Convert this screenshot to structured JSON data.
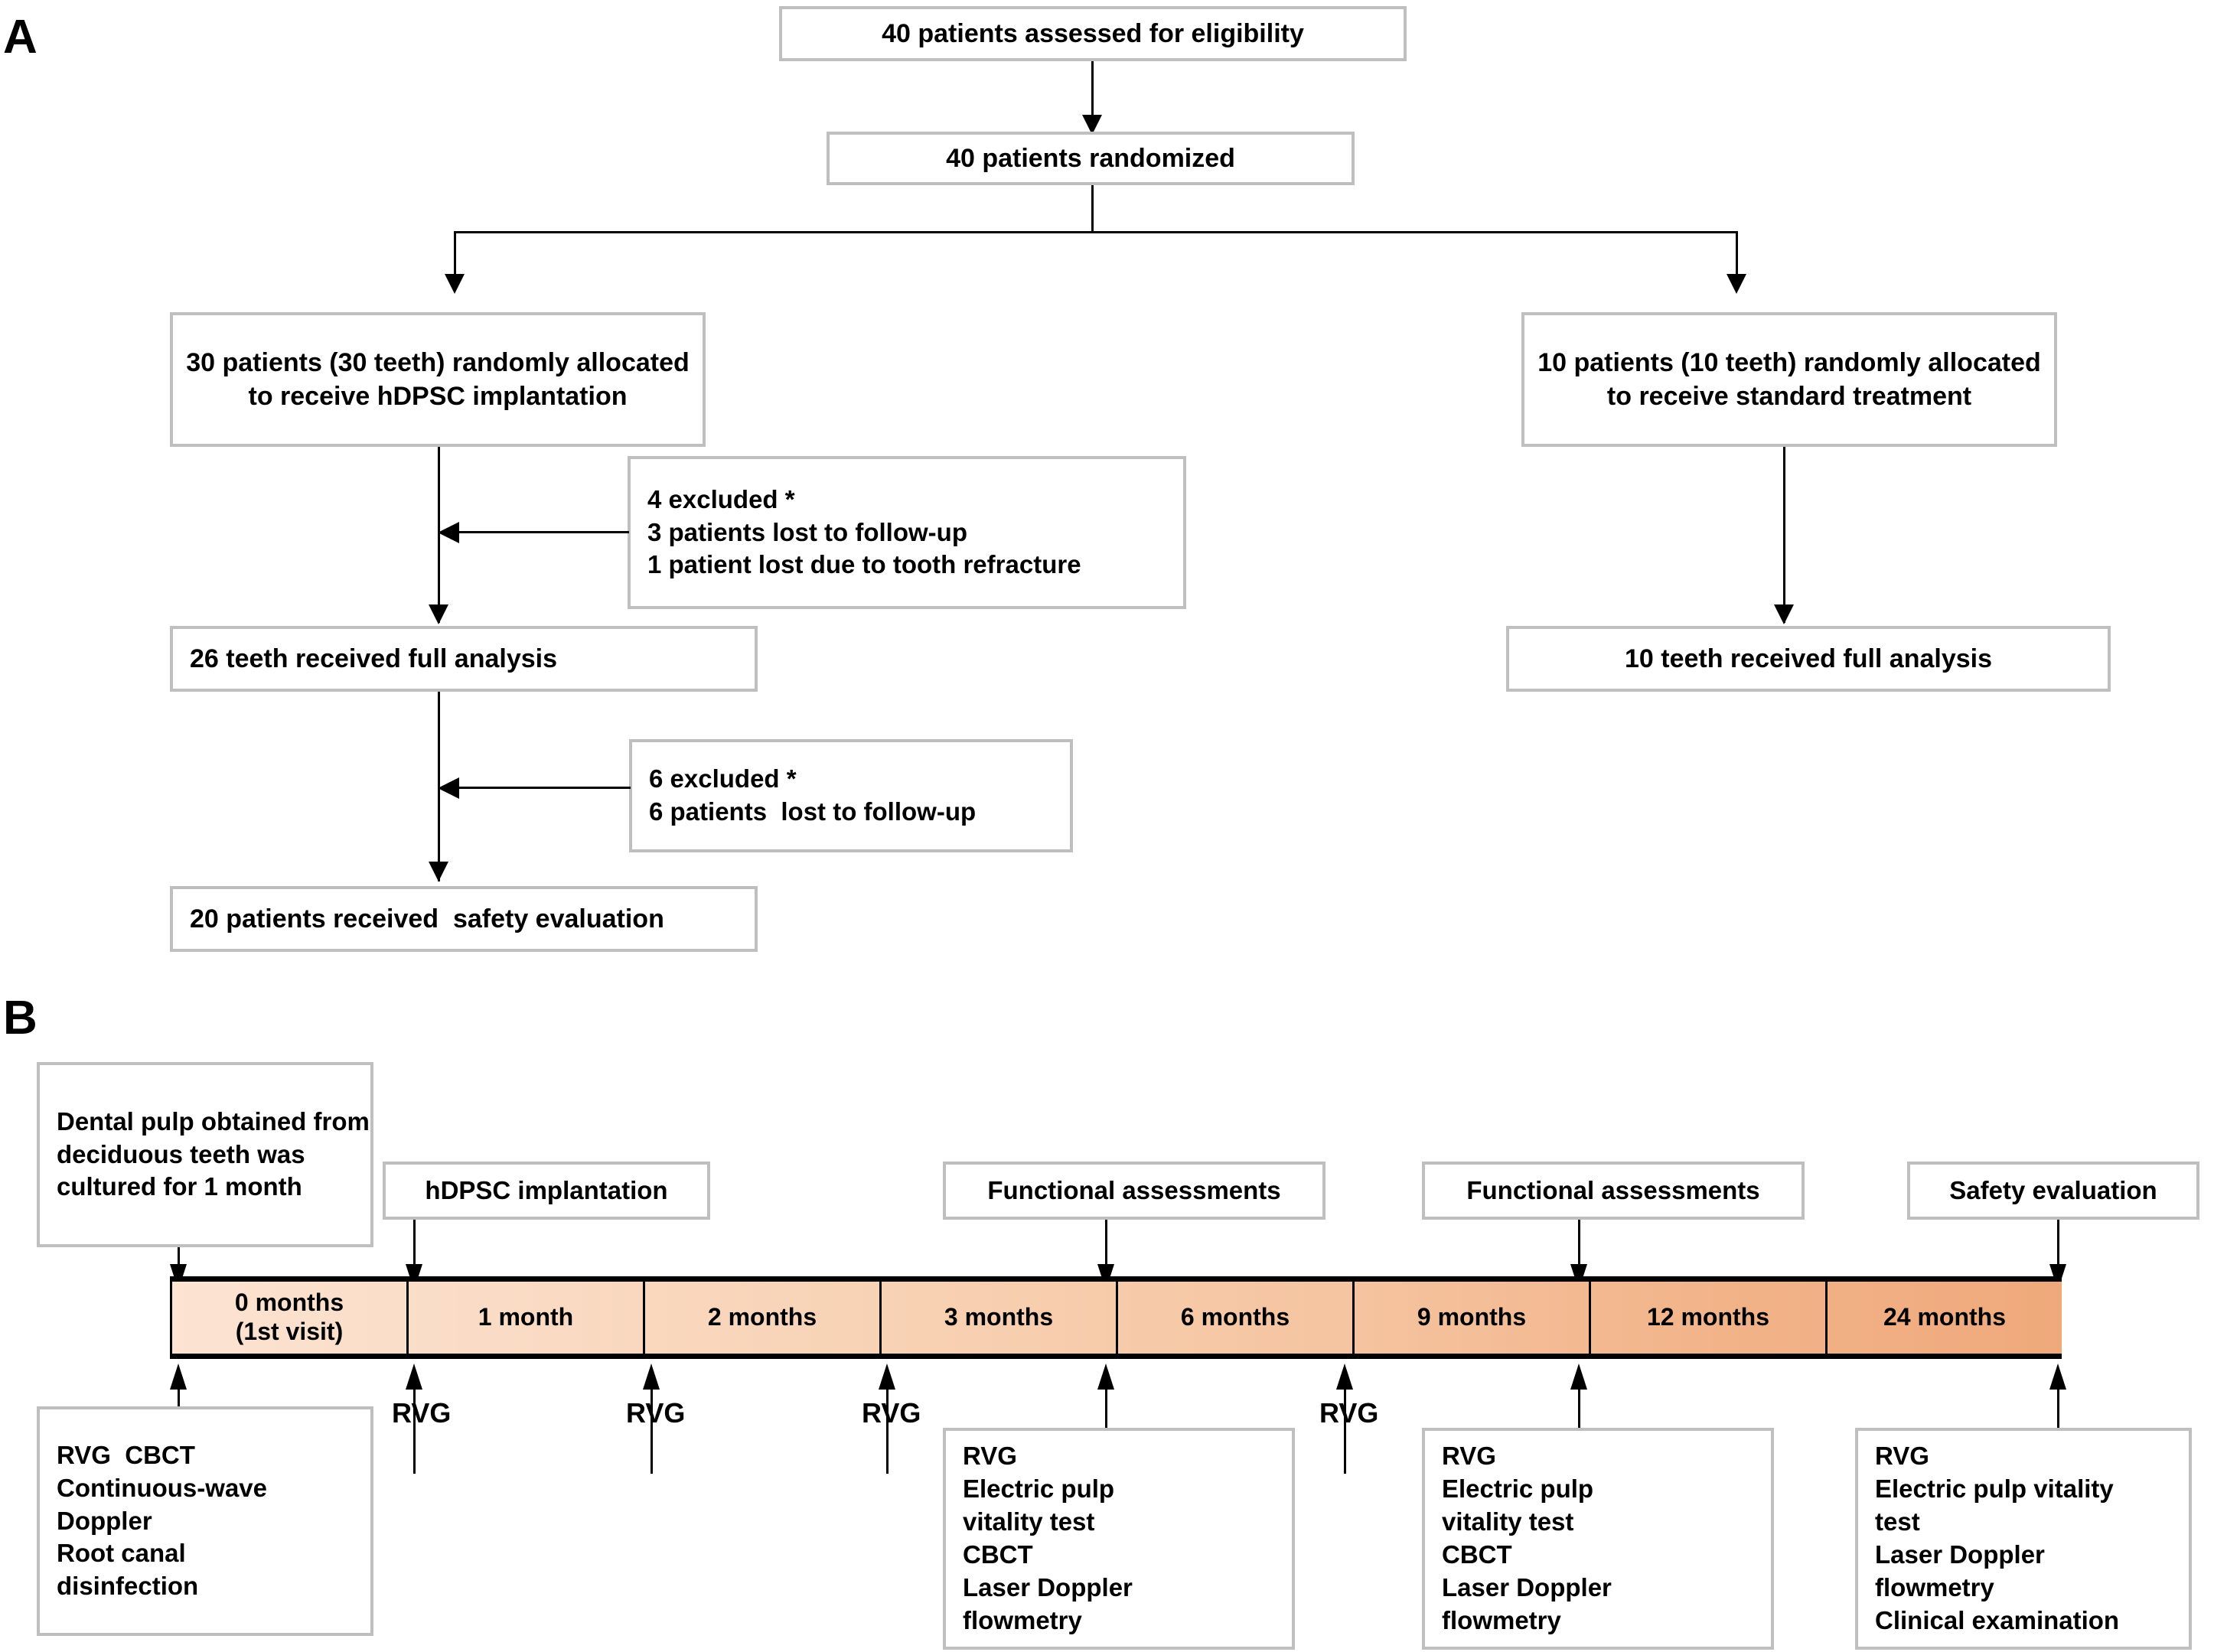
{
  "figure": {
    "panel_a_letter": "A",
    "panel_b_letter": "B"
  },
  "panel_a": {
    "boxes": {
      "assessed": "40 patients assessed for eligibility",
      "randomized": "40 patients randomized",
      "alloc_left": "30 patients (30 teeth) randomly allocated to receive hDPSC implantation",
      "alloc_right": "10 patients (10 teeth) randomly allocated to receive standard treatment",
      "excluded_1": "4 excluded *\n3 patients lost to follow-up\n1 patient lost due to tooth refracture",
      "analysis_left": "26 teeth received full analysis",
      "analysis_right": "10 teeth received full analysis",
      "excluded_2": "6 excluded *\n6 patients  lost to follow-up",
      "safety": "20 patients received  safety evaluation"
    }
  },
  "panel_b": {
    "top_boxes": [
      {
        "label": "Dental pulp obtained from deciduous teeth was cultured for 1 month"
      },
      {
        "label": "hDPSC implantation"
      },
      {
        "label": "Functional assessments"
      },
      {
        "label": "Functional assessments"
      },
      {
        "label": "Safety evaluation"
      }
    ],
    "timeline": {
      "segments": [
        "0 months\n(1st visit)",
        "1 month",
        "2 months",
        "3 months",
        "6 months",
        "9 months",
        "12 months",
        "24 months"
      ],
      "gradient_start": "#fce3d2",
      "gradient_end": "#efa97b",
      "border_color": "#000000"
    },
    "bottom_labels": [
      "RVG",
      "RVG",
      "RVG",
      "RVG"
    ],
    "bottom_boxes": [
      {
        "label": "RVG  CBCT\nContinuous-wave\nDoppler\nRoot canal\ndisinfection"
      },
      {
        "label": "RVG\nElectric pulp\nvitality test\nCBCT\nLaser Doppler\nflowmetry"
      },
      {
        "label": "RVG\nElectric pulp\nvitality test\nCBCT\nLaser Doppler\nflowmetry"
      },
      {
        "label": "RVG\nElectric pulp vitality\ntest\nLaser Doppler\nflowmetry\nClinical examination"
      }
    ]
  }
}
